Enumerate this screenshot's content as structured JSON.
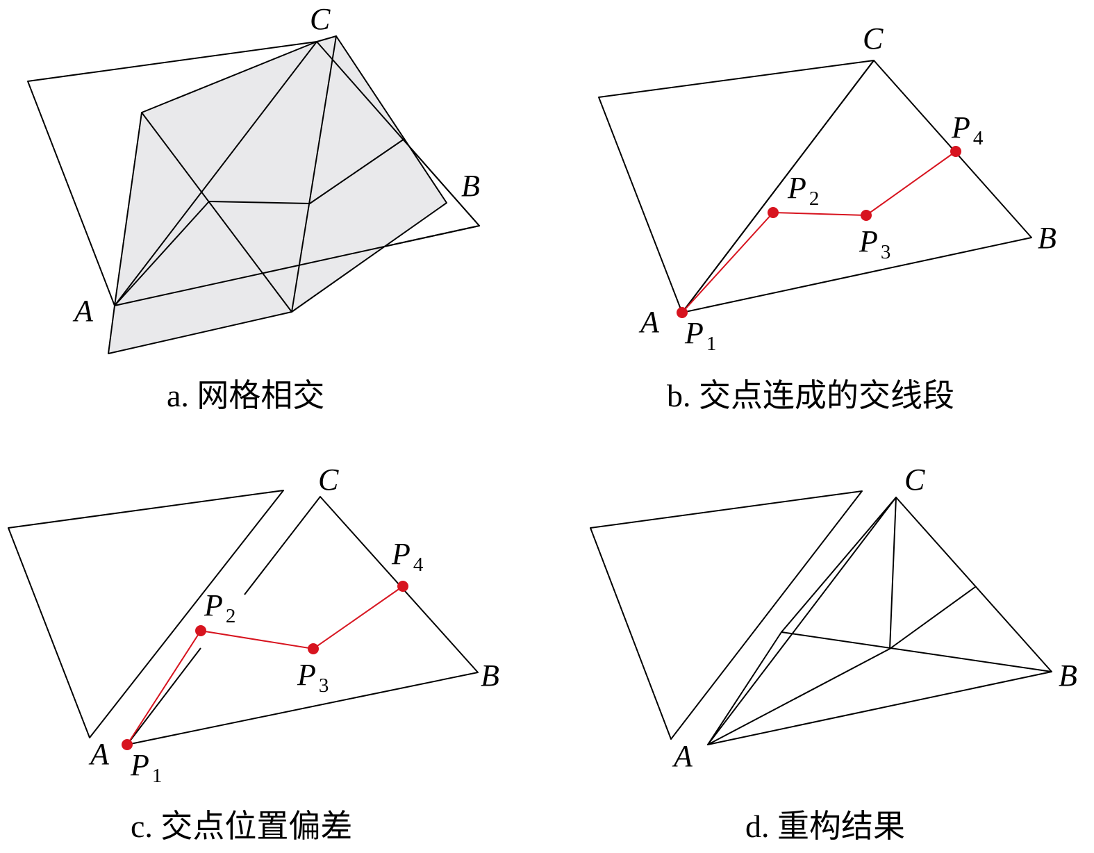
{
  "colors": {
    "line": "#000000",
    "intersection": "#d7141f",
    "shade": "#e9e9eb"
  },
  "panels": [
    {
      "id": "a",
      "caption": "a. 网格相交",
      "vertex_labels": {
        "A": "A",
        "B": "B",
        "C": "C"
      }
    },
    {
      "id": "b",
      "caption": "b. 交点连成的交线段",
      "vertex_labels": {
        "A": "A",
        "B": "B",
        "C": "C"
      },
      "points": [
        {
          "base": "P",
          "sub": "1"
        },
        {
          "base": "P",
          "sub": "2"
        },
        {
          "base": "P",
          "sub": "3"
        },
        {
          "base": "P",
          "sub": "4"
        }
      ]
    },
    {
      "id": "c",
      "caption": "c. 交点位置偏差",
      "vertex_labels": {
        "A": "A",
        "B": "B",
        "C": "C"
      },
      "points": [
        {
          "base": "P",
          "sub": "1"
        },
        {
          "base": "P",
          "sub": "2"
        },
        {
          "base": "P",
          "sub": "3"
        },
        {
          "base": "P",
          "sub": "4"
        }
      ]
    },
    {
      "id": "d",
      "caption": "d. 重构结果",
      "vertex_labels": {
        "A": "A",
        "B": "B",
        "C": "C"
      }
    }
  ]
}
